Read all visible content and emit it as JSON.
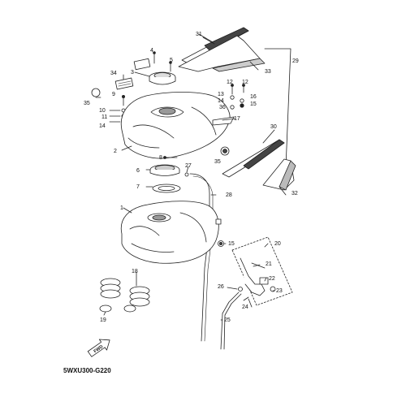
{
  "diagram": {
    "code": "5WXU300-G220",
    "fwd_label": "FWD"
  },
  "callouts": {
    "c1": "1",
    "c2": "2",
    "c3": "3",
    "c4": "4",
    "c5": "5",
    "c6": "6",
    "c7": "7",
    "c8": "8",
    "c9": "9",
    "c10": "10",
    "c11": "11",
    "c12a": "12",
    "c12b": "12",
    "c13": "13",
    "c14a": "14",
    "c14b": "14",
    "c15a": "15",
    "c15b": "15",
    "c16": "16",
    "c17": "17",
    "c18": "18",
    "c19": "19",
    "c20": "20",
    "c21": "21",
    "c22": "22",
    "c23": "23",
    "c24": "24",
    "c25": "25",
    "c26": "26",
    "c27": "27",
    "c28": "28",
    "c29": "29",
    "c30": "30",
    "c31": "31",
    "c32": "32",
    "c33": "33",
    "c34": "34",
    "c35a": "35",
    "c35b": "35",
    "c36": "36"
  },
  "colors": {
    "line": "#222222",
    "fill": "#ffffff",
    "shade": "#b5b5b5",
    "dark": "#555555"
  }
}
